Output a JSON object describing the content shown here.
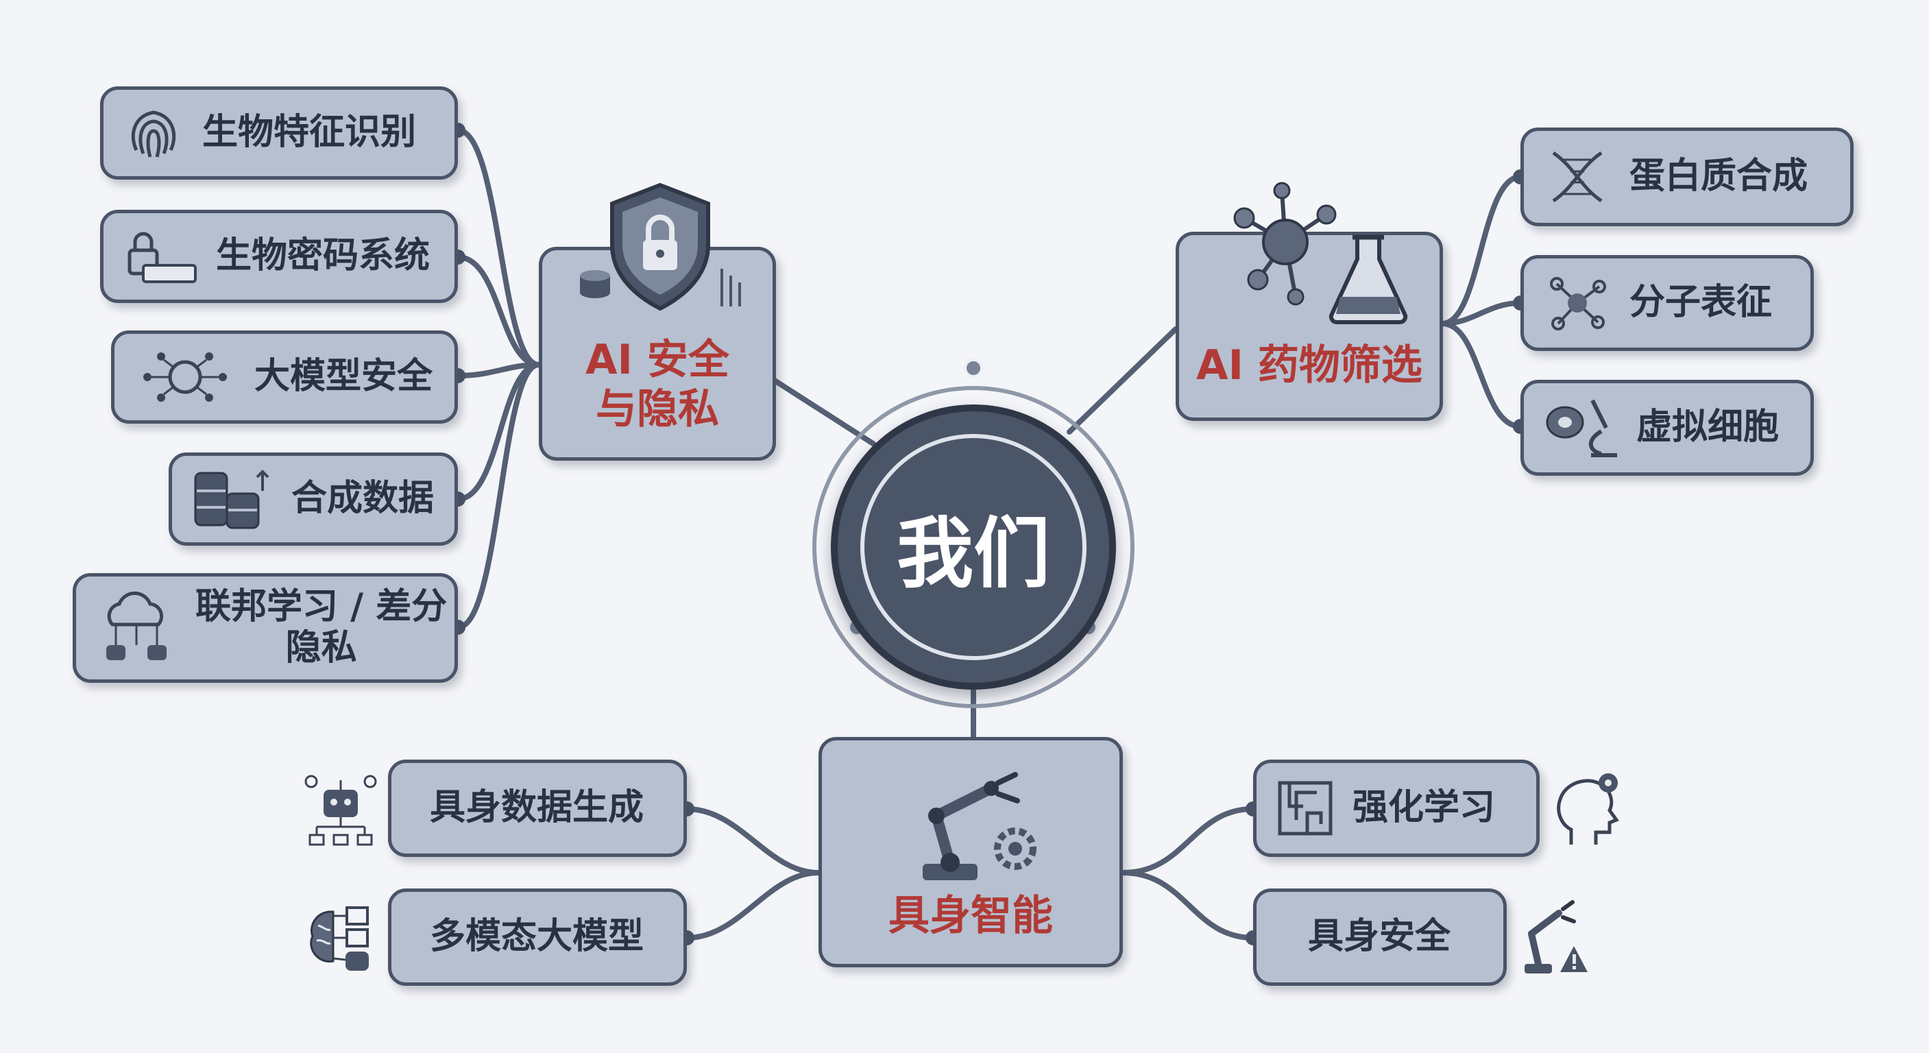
{
  "center": {
    "label": "我们"
  },
  "hubs": {
    "security": {
      "label_line1": "AI 安全",
      "label_line2": "与隐私"
    },
    "drug": {
      "label": "AI 药物筛选"
    },
    "embodied": {
      "label": "具身智能"
    }
  },
  "security_items": [
    {
      "label": "生物特征识别",
      "icon": "fingerprint-icon"
    },
    {
      "label": "生物密码系统",
      "icon": "lock-card-icon"
    },
    {
      "label": "大模型安全",
      "icon": "brain-network-icon"
    },
    {
      "label": "合成数据",
      "icon": "database-stack-icon"
    },
    {
      "label_line1": "联邦学习 / 差分",
      "label_line2": "隐私",
      "icon": "cloud-federated-icon"
    }
  ],
  "drug_items": [
    {
      "label": "蛋白质合成",
      "icon": "protein-helix-icon"
    },
    {
      "label": "分子表征",
      "icon": "molecule-icon"
    },
    {
      "label": "虚拟细胞",
      "icon": "cell-microscope-icon"
    }
  ],
  "embodied_left": [
    {
      "label": "具身数据生成",
      "icon": "robot-data-icon"
    },
    {
      "label": "多模态大模型",
      "icon": "brain-modal-icon"
    }
  ],
  "embodied_right": [
    {
      "label": "强化学习",
      "icon": "maze-icon",
      "side_icon": "head-gear-icon"
    },
    {
      "label": "具身安全",
      "icon": "",
      "side_icon": "robot-arm-warning-icon"
    }
  ],
  "colors": {
    "node_fill": "#b6c0d0",
    "node_border": "#4a5468",
    "hub_text": "#b13a36",
    "leaf_text": "#2a3142",
    "center_fill": "#4b5568",
    "connector": "#566074",
    "background": "#f4f5f8"
  }
}
